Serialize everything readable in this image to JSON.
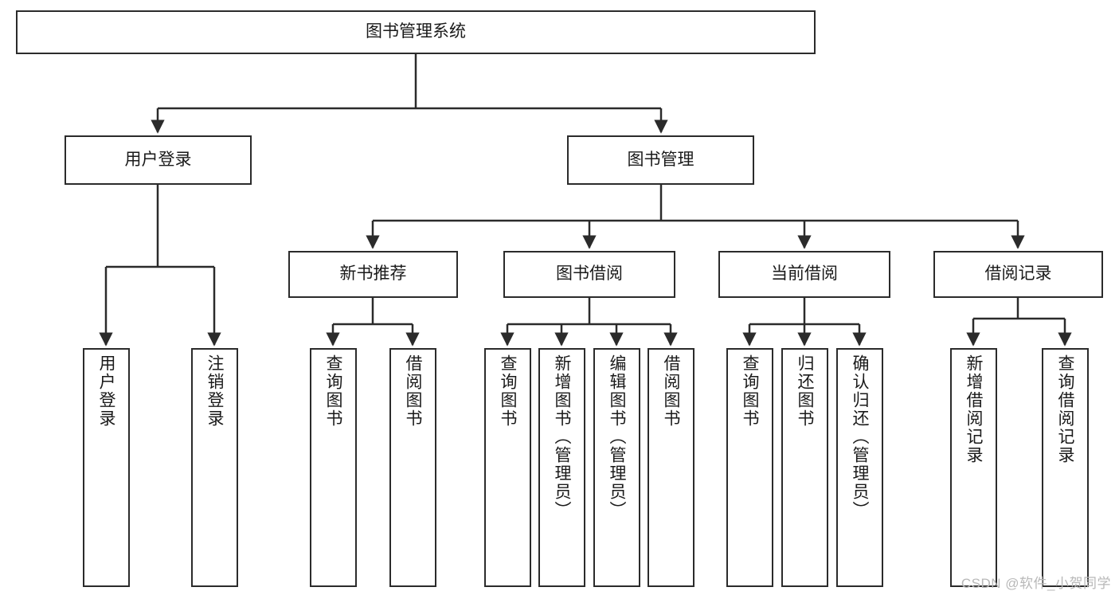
{
  "diagram": {
    "title": "图书管理系统",
    "watermark": "CSDN @软件_小贺同学",
    "colors": {
      "background": "#ffffff",
      "node_border": "#2b2b2b",
      "node_fill": "#ffffff",
      "edge": "#2b2b2b",
      "text": "#1a1a1a",
      "watermark": "#b8b8b8"
    },
    "nodes": {
      "root": {
        "label": "图书管理系统"
      },
      "level2": [
        {
          "id": "user-login",
          "label": "用户登录"
        },
        {
          "id": "book-manage",
          "label": "图书管理"
        }
      ],
      "level3": [
        {
          "id": "new-book-recommend",
          "label": "新书推荐"
        },
        {
          "id": "book-borrow",
          "label": "图书借阅"
        },
        {
          "id": "current-borrow",
          "label": "当前借阅"
        },
        {
          "id": "borrow-record",
          "label": "借阅记录"
        }
      ],
      "leaves": {
        "user_login": [
          {
            "id": "leaf-user-login",
            "label": "用户登录"
          },
          {
            "id": "leaf-logout-login",
            "label": "注销登录"
          }
        ],
        "new_book_recommend": [
          {
            "id": "leaf-query-book-1",
            "label": "查询图书"
          },
          {
            "id": "leaf-borrow-book-1",
            "label": "借阅图书"
          }
        ],
        "book_borrow": [
          {
            "id": "leaf-query-book-2",
            "label": "查询图书"
          },
          {
            "id": "leaf-add-book",
            "label": "新增图书（管理员）"
          },
          {
            "id": "leaf-edit-book",
            "label": "编辑图书（管理员）"
          },
          {
            "id": "leaf-borrow-book-2",
            "label": "借阅图书"
          }
        ],
        "current_borrow": [
          {
            "id": "leaf-query-book-3",
            "label": "查询图书"
          },
          {
            "id": "leaf-return-book",
            "label": "归还图书"
          },
          {
            "id": "leaf-confirm-return",
            "label": "确认归还（管理员）"
          }
        ],
        "borrow_record": [
          {
            "id": "leaf-add-borrow-record",
            "label": "新增借阅记录"
          },
          {
            "id": "leaf-query-borrow-record",
            "label": "查询借阅记录"
          }
        ]
      }
    }
  }
}
